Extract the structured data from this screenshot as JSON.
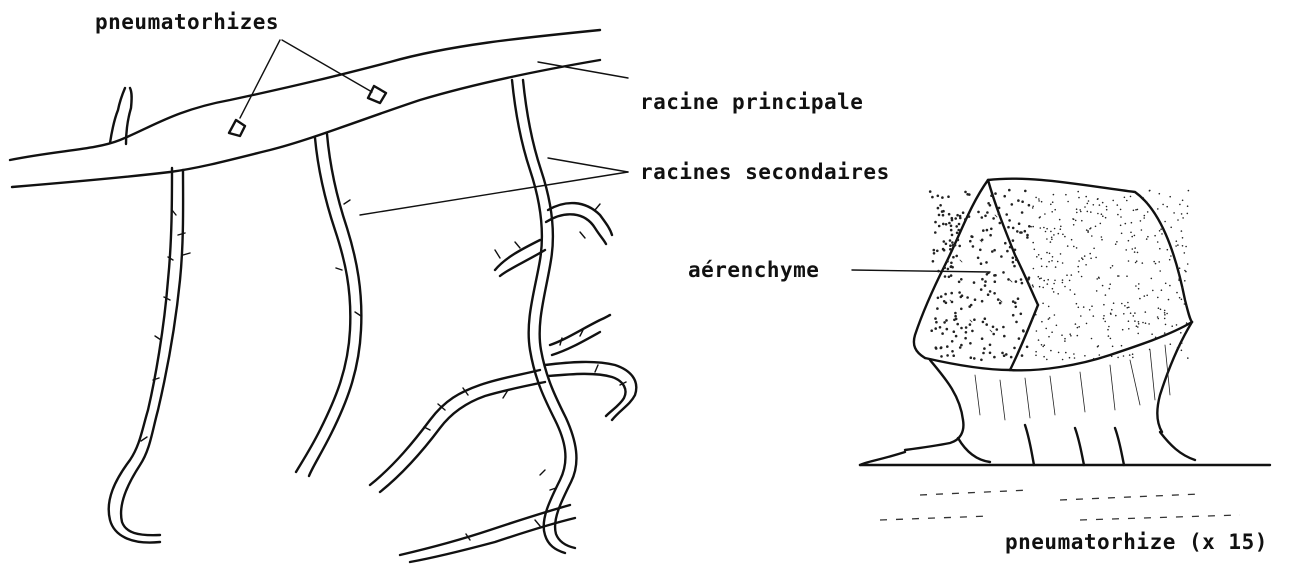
{
  "labels": {
    "pneumatorhizes": "pneumatorhizes",
    "racine_principale": "racine principale",
    "racines_secondaires": "racines secondaires",
    "aerenchyme": "aérenchyme",
    "pneumatorhize_scale": "pneumatorhize (x 15)"
  },
  "colors": {
    "ink": "#111111",
    "paper": "#ffffff"
  }
}
